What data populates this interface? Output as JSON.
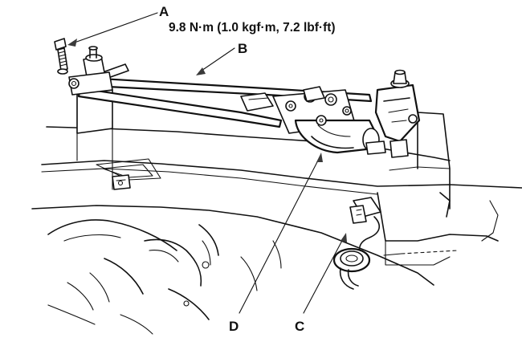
{
  "callouts": {
    "A": {
      "letter": "A",
      "spec": "9.8 N·m (1.0 kgf·m, 7.2 lbf·ft)"
    },
    "B": {
      "letter": "B"
    },
    "C": {
      "letter": "C"
    },
    "D": {
      "letter": "D"
    }
  },
  "parts": {
    "A": "bolt-icon",
    "B": "wiper-linkage-icon",
    "C": "grommet-icon",
    "D": "wiper-motor-icon"
  },
  "colors": {
    "ink": "#111111",
    "background": "#ffffff"
  }
}
